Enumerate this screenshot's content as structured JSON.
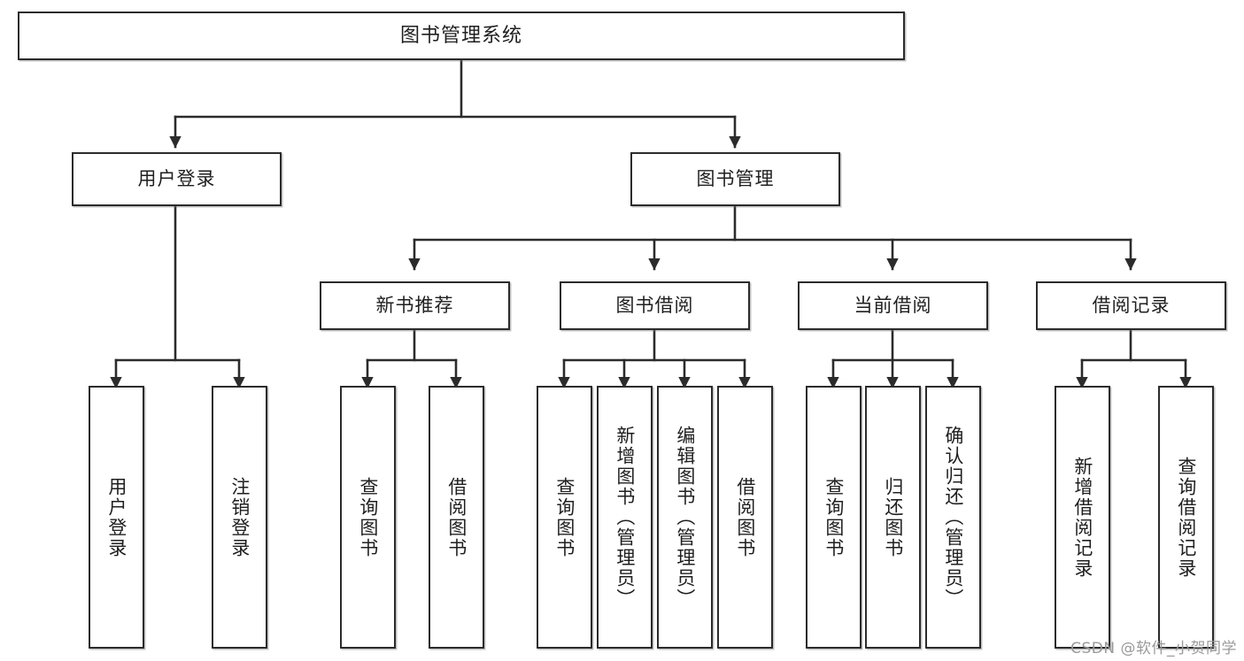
{
  "diagram": {
    "title": "图书管理系统",
    "type": "tree",
    "watermark": "CSDN @软件_小贺同学",
    "colors": {
      "background": "#ffffff",
      "box_border": "#2b2b2b",
      "box_fill": "#ffffff",
      "connector": "#2b2b2b",
      "text": "#1f1f1f",
      "watermark": "#9a9a9a"
    },
    "root": {
      "label": "图书管理系统"
    },
    "level2": [
      {
        "label": "用户登录"
      },
      {
        "label": "图书管理"
      }
    ],
    "level3": [
      {
        "label": "新书推荐"
      },
      {
        "label": "图书借阅"
      },
      {
        "label": "当前借阅"
      },
      {
        "label": "借阅记录"
      }
    ],
    "leaves": {
      "user_login": [
        {
          "label": "用户登录"
        },
        {
          "label": "注销登录"
        }
      ],
      "new_book_recommend": [
        {
          "label": "查询图书"
        },
        {
          "label": "借阅图书"
        }
      ],
      "book_borrow": [
        {
          "label": "查询图书"
        },
        {
          "label": "新增图书（管理员）"
        },
        {
          "label": "编辑图书（管理员）"
        },
        {
          "label": "借阅图书"
        }
      ],
      "current_borrow": [
        {
          "label": "查询图书"
        },
        {
          "label": "归还图书"
        },
        {
          "label": "确认归还（管理员）"
        }
      ],
      "borrow_record": [
        {
          "label": "新增借阅记录"
        },
        {
          "label": "查询借阅记录"
        }
      ]
    }
  }
}
